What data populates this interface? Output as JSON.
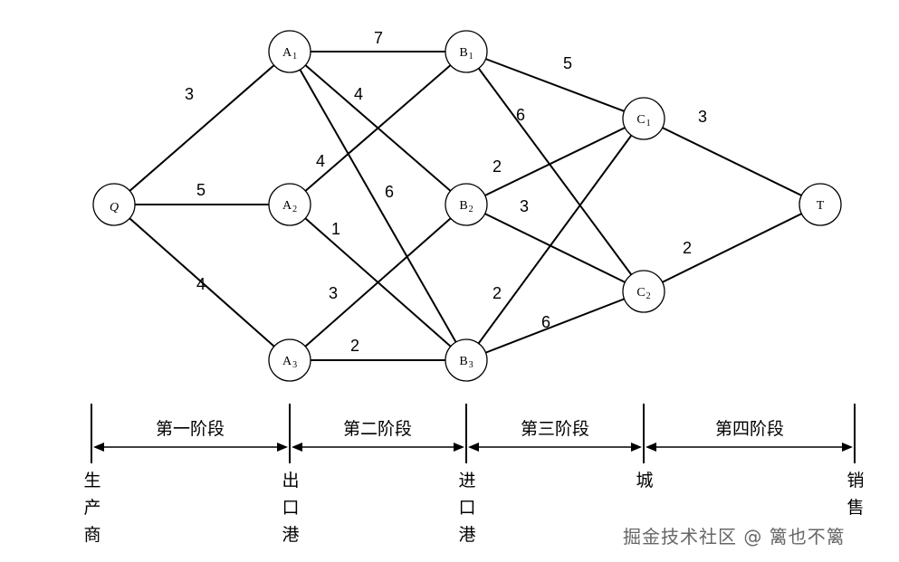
{
  "nodes": [
    {
      "id": "Q",
      "label": "Q",
      "sub": ""
    },
    {
      "id": "A1",
      "label": "A",
      "sub": "1"
    },
    {
      "id": "A2",
      "label": "A",
      "sub": "2"
    },
    {
      "id": "A3",
      "label": "A",
      "sub": "3"
    },
    {
      "id": "B1",
      "label": "B",
      "sub": "1"
    },
    {
      "id": "B2",
      "label": "B",
      "sub": "2"
    },
    {
      "id": "B3",
      "label": "B",
      "sub": "3"
    },
    {
      "id": "C1",
      "label": "C",
      "sub": "1"
    },
    {
      "id": "C2",
      "label": "C",
      "sub": "2"
    },
    {
      "id": "T",
      "label": "T",
      "sub": ""
    }
  ],
  "edges": [
    {
      "from": "Q",
      "to": "A1",
      "weight": "3"
    },
    {
      "from": "Q",
      "to": "A2",
      "weight": "5"
    },
    {
      "from": "Q",
      "to": "A3",
      "weight": "4"
    },
    {
      "from": "A1",
      "to": "B1",
      "weight": "7"
    },
    {
      "from": "A1",
      "to": "B2",
      "weight": "4"
    },
    {
      "from": "A1",
      "to": "B3",
      "weight": "6"
    },
    {
      "from": "A2",
      "to": "B1",
      "weight": "4"
    },
    {
      "from": "A2",
      "to": "B3",
      "weight": "1"
    },
    {
      "from": "A3",
      "to": "B2",
      "weight": "3"
    },
    {
      "from": "A3",
      "to": "B3",
      "weight": "2"
    },
    {
      "from": "B1",
      "to": "C1",
      "weight": "5"
    },
    {
      "from": "B1",
      "to": "C2",
      "weight": "6"
    },
    {
      "from": "B2",
      "to": "C1",
      "weight": "2"
    },
    {
      "from": "B2",
      "to": "C2",
      "weight": "3"
    },
    {
      "from": "B3",
      "to": "C1",
      "weight": "2"
    },
    {
      "from": "B3",
      "to": "C2",
      "weight": "6"
    },
    {
      "from": "C1",
      "to": "T",
      "weight": "3"
    },
    {
      "from": "C2",
      "to": "T",
      "weight": "2"
    }
  ],
  "stages": [
    "第一阶段",
    "第二阶段",
    "第三阶段",
    "第四阶段"
  ],
  "locations": [
    "生产商",
    "出口港",
    "进口港",
    "城",
    "销售"
  ],
  "watermark": "掘金技术社区 @ 篱也不篱"
}
